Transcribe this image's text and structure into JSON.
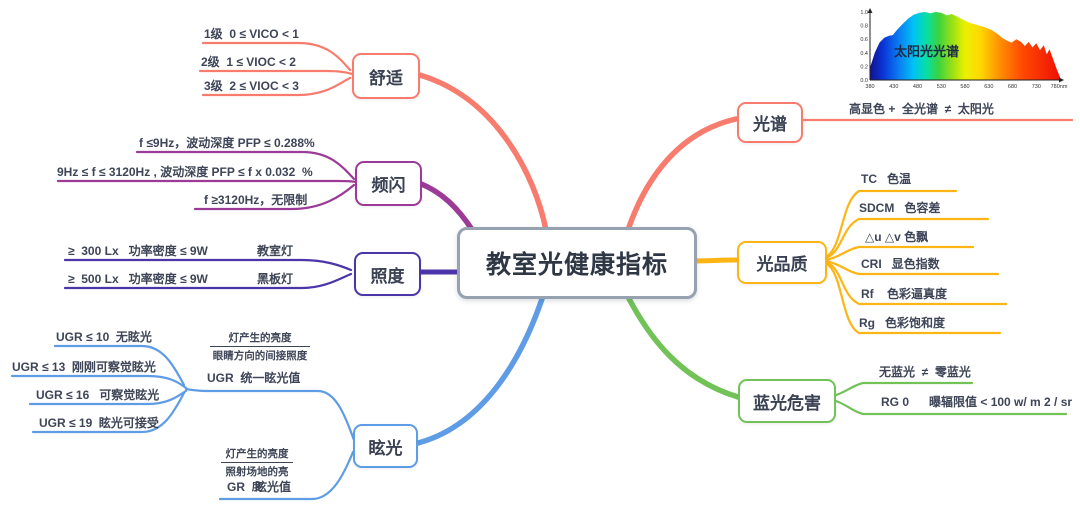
{
  "title": "教室光健康指标",
  "colors": {
    "salmon": "#F87C6E",
    "purple": "#9C3A97",
    "indigo": "#4B35A9",
    "blue": "#5E9CE5",
    "orange": "#FDB515",
    "green": "#72C258",
    "center_border": "#97A2B1",
    "text": "#3E4557"
  },
  "branches": {
    "comfort": {
      "label": "舒适",
      "items": [
        "1级  0 ≤ VICO < 1",
        "2级  1 ≤ VIOC < 2",
        "3级  2 ≤ VIOC < 3"
      ]
    },
    "flicker": {
      "label": "频闪",
      "items": [
        "f ≤9Hz，波动深度 PFP ≤ 0.288%",
        "9Hz ≤ f ≤ 3120Hz , 波动深度 PFP ≤ f x 0.032  %",
        "f ≥3120Hz，无限制"
      ]
    },
    "illuminance": {
      "label": "照度",
      "rows": [
        {
          "spec": "≥  300 Lx   功率密度 ≤ 9W",
          "lamp": "教室灯"
        },
        {
          "spec": "≥  500 Lx   功率密度 ≤ 9W",
          "lamp": "黑板灯"
        }
      ]
    },
    "glare": {
      "label": "眩光",
      "levels": [
        "UGR ≤ 10  无眩光",
        "UGR ≤ 13  刚刚可察觉眩光",
        "UGR ≤ 16   可察觉眩光",
        "UGR ≤ 19  眩光可接受"
      ],
      "ugr": {
        "numerator": "灯产生的亮度",
        "denominator": "眼睛方向的间接照度",
        "label": "UGR  统一眩光值"
      },
      "gr": {
        "numerator": "灯产生的亮度",
        "denominator": "照射场地的亮度",
        "label": "GR   眩光值"
      }
    },
    "spectrum": {
      "label": "光谱",
      "item": "高显色 +  全光谱  ≠  太阳光",
      "chart": {
        "type": "area",
        "title": "太阳光光谱",
        "x_ticks": [
          "380",
          "430",
          "480",
          "530",
          "580",
          "630",
          "680",
          "730",
          "780nm"
        ],
        "y_ticks": [
          "1.0",
          "0.8",
          "0.6",
          "0.4",
          "0.2",
          "0.0"
        ],
        "points": [
          [
            380,
            0.18
          ],
          [
            390,
            0.4
          ],
          [
            400,
            0.55
          ],
          [
            410,
            0.62
          ],
          [
            420,
            0.65
          ],
          [
            428,
            0.66
          ],
          [
            436,
            0.73
          ],
          [
            448,
            0.82
          ],
          [
            460,
            0.9
          ],
          [
            472,
            0.96
          ],
          [
            484,
            0.99
          ],
          [
            496,
            1.0
          ],
          [
            508,
            0.98
          ],
          [
            518,
            1.0
          ],
          [
            530,
            0.99
          ],
          [
            542,
            0.95
          ],
          [
            552,
            0.97
          ],
          [
            562,
            0.94
          ],
          [
            575,
            0.89
          ],
          [
            590,
            0.84
          ],
          [
            605,
            0.81
          ],
          [
            620,
            0.78
          ],
          [
            635,
            0.74
          ],
          [
            648,
            0.68
          ],
          [
            658,
            0.62
          ],
          [
            668,
            0.58
          ],
          [
            678,
            0.55
          ],
          [
            688,
            0.6
          ],
          [
            698,
            0.56
          ],
          [
            706,
            0.5
          ],
          [
            714,
            0.56
          ],
          [
            722,
            0.48
          ],
          [
            730,
            0.54
          ],
          [
            738,
            0.44
          ],
          [
            746,
            0.51
          ],
          [
            752,
            0.38
          ],
          [
            758,
            0.45
          ],
          [
            766,
            0.3
          ],
          [
            772,
            0.18
          ],
          [
            780,
            0.04
          ]
        ]
      }
    },
    "quality": {
      "label": "光品质",
      "items": [
        "TC   色温",
        "SDCM   色容差",
        "△u △v 色飘",
        "CRI   显色指数",
        "Rf    色彩逼真度",
        "Rg   色彩饱和度"
      ]
    },
    "bluelight": {
      "label": "蓝光危害",
      "items": [
        "无蓝光  ≠  零蓝光",
        "RG 0      曝辐限值 < 100 w/ m 2 / sr"
      ]
    }
  }
}
